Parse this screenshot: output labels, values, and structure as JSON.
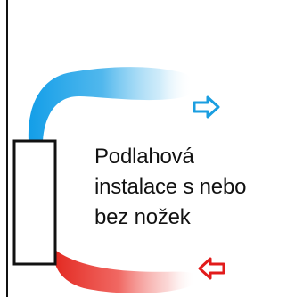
{
  "caption": {
    "lines": [
      "Podlahová",
      "instalace s nebo",
      "bez nožek"
    ]
  },
  "colors": {
    "wall": "#111111",
    "unit_outline": "#111111",
    "cold_flow": "#2aa7e6",
    "warm_flow": "#e8322d",
    "cold_arrow": "#1a9ee0",
    "warm_arrow": "#e21b1b",
    "background": "#ffffff"
  },
  "icons": {
    "outflow_arrow": "arrow-right-icon",
    "inflow_arrow": "arrow-left-icon"
  }
}
